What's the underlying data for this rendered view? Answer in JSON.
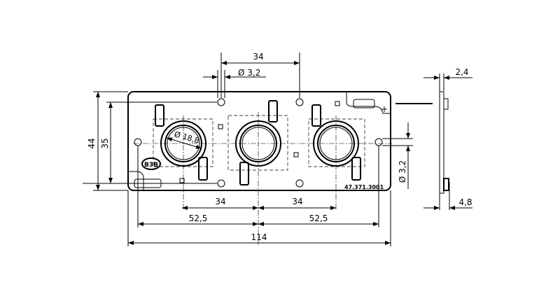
{
  "dimensions": {
    "top_spacing": "34",
    "hole_diameter": "Ø 3,2",
    "height_outer": "44",
    "height_holes": "35",
    "circle_diameter": "Ø 18,8",
    "bottom_left_spacing": "34",
    "bottom_right_spacing": "34",
    "half_left": "52,5",
    "half_right": "52,5",
    "total_width": "114",
    "side_thickness": "2,4",
    "side_depth": "4,8",
    "side_hole_diameter": "Ø 3,2"
  },
  "labels": {
    "logo": "B3B",
    "part_number": "47.371.3001",
    "plus_sign": "+"
  }
}
